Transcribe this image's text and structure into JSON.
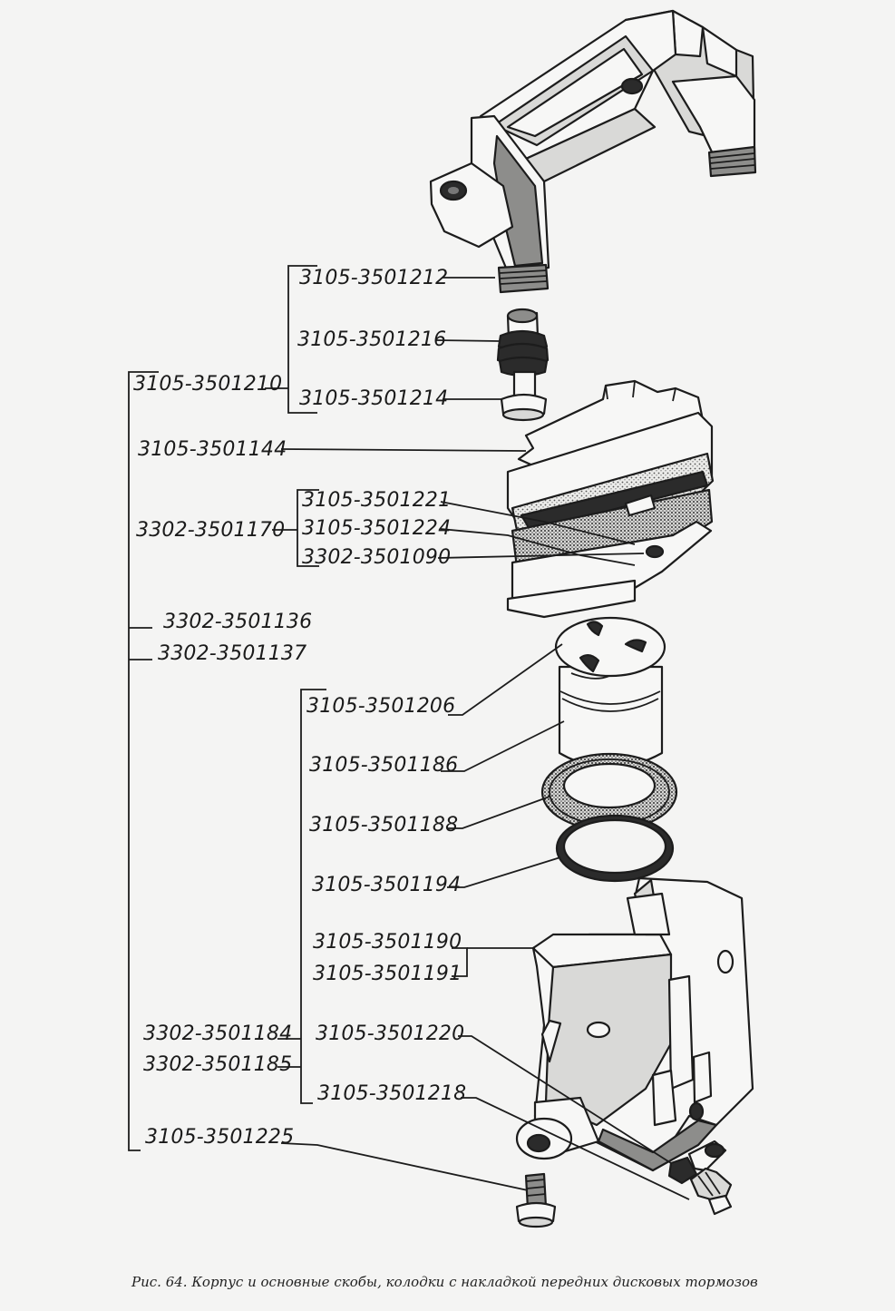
{
  "labels": {
    "p3105_3501212": "3105-3501212",
    "p3105_3501216": "3105-3501216",
    "p3105_3501210": "3105-3501210",
    "p3105_3501214": "3105-3501214",
    "p3105_3501144": "3105-3501144",
    "p3105_3501221": "3105-3501221",
    "p3302_3501170": "3302-3501170",
    "p3105_3501224": "3105-3501224",
    "p3302_3501090": "3302-3501090",
    "p3302_3501136": "3302-3501136",
    "p3302_3501137": "3302-3501137",
    "p3105_3501206": "3105-3501206",
    "p3105_3501186": "3105-3501186",
    "p3105_3501188": "3105-3501188",
    "p3105_3501194": "3105-3501194",
    "p3105_3501190": "3105-3501190",
    "p3105_3501191": "3105-3501191",
    "p3302_3501184": "3302-3501184",
    "p3105_3501220": "3105-3501220",
    "p3302_3501185": "3302-3501185",
    "p3105_3501218": "3105-3501218",
    "p3105_3501225": "3105-3501225"
  },
  "caption": "Рис. 64. Корпус и основные скобы, колодки с накладкой передних дисковых тормозов"
}
